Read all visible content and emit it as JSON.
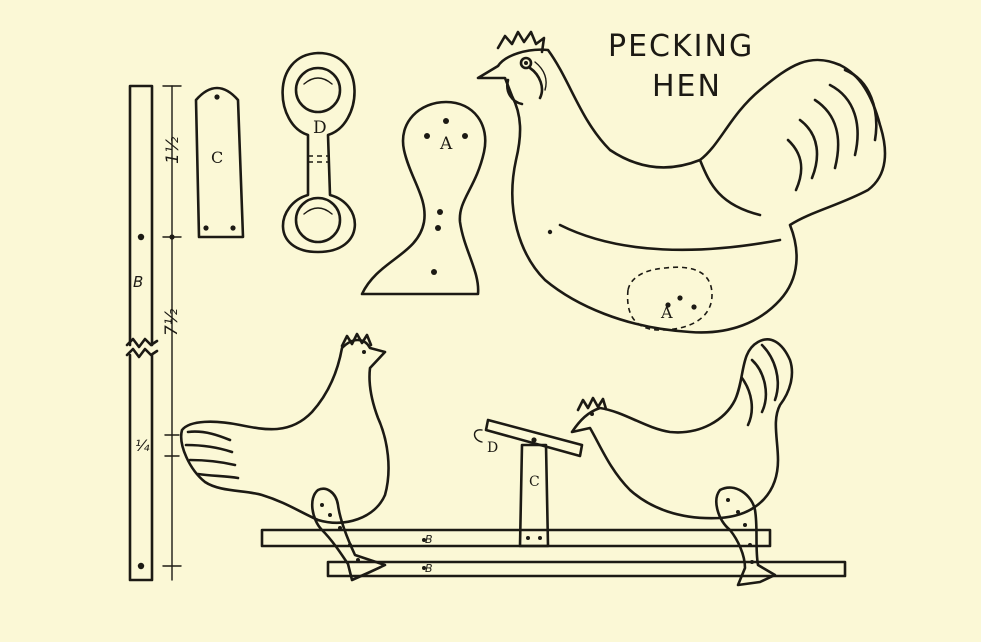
{
  "title": {
    "line1": "PECKING",
    "line2": "HEN"
  },
  "parts": {
    "a_foot": "A",
    "a_on_hen": "A",
    "b_stick": "B",
    "c_strip": "C",
    "d_link": "D",
    "assembly_b_upper": "B",
    "assembly_b_lower": "B",
    "assembly_c": "C",
    "assembly_d": "D"
  },
  "dimensions": {
    "top": "1½",
    "middle": "7½",
    "bottom": "¼"
  },
  "colors": {
    "paper": "#fbf8d6",
    "ink": "#1c1a14"
  }
}
